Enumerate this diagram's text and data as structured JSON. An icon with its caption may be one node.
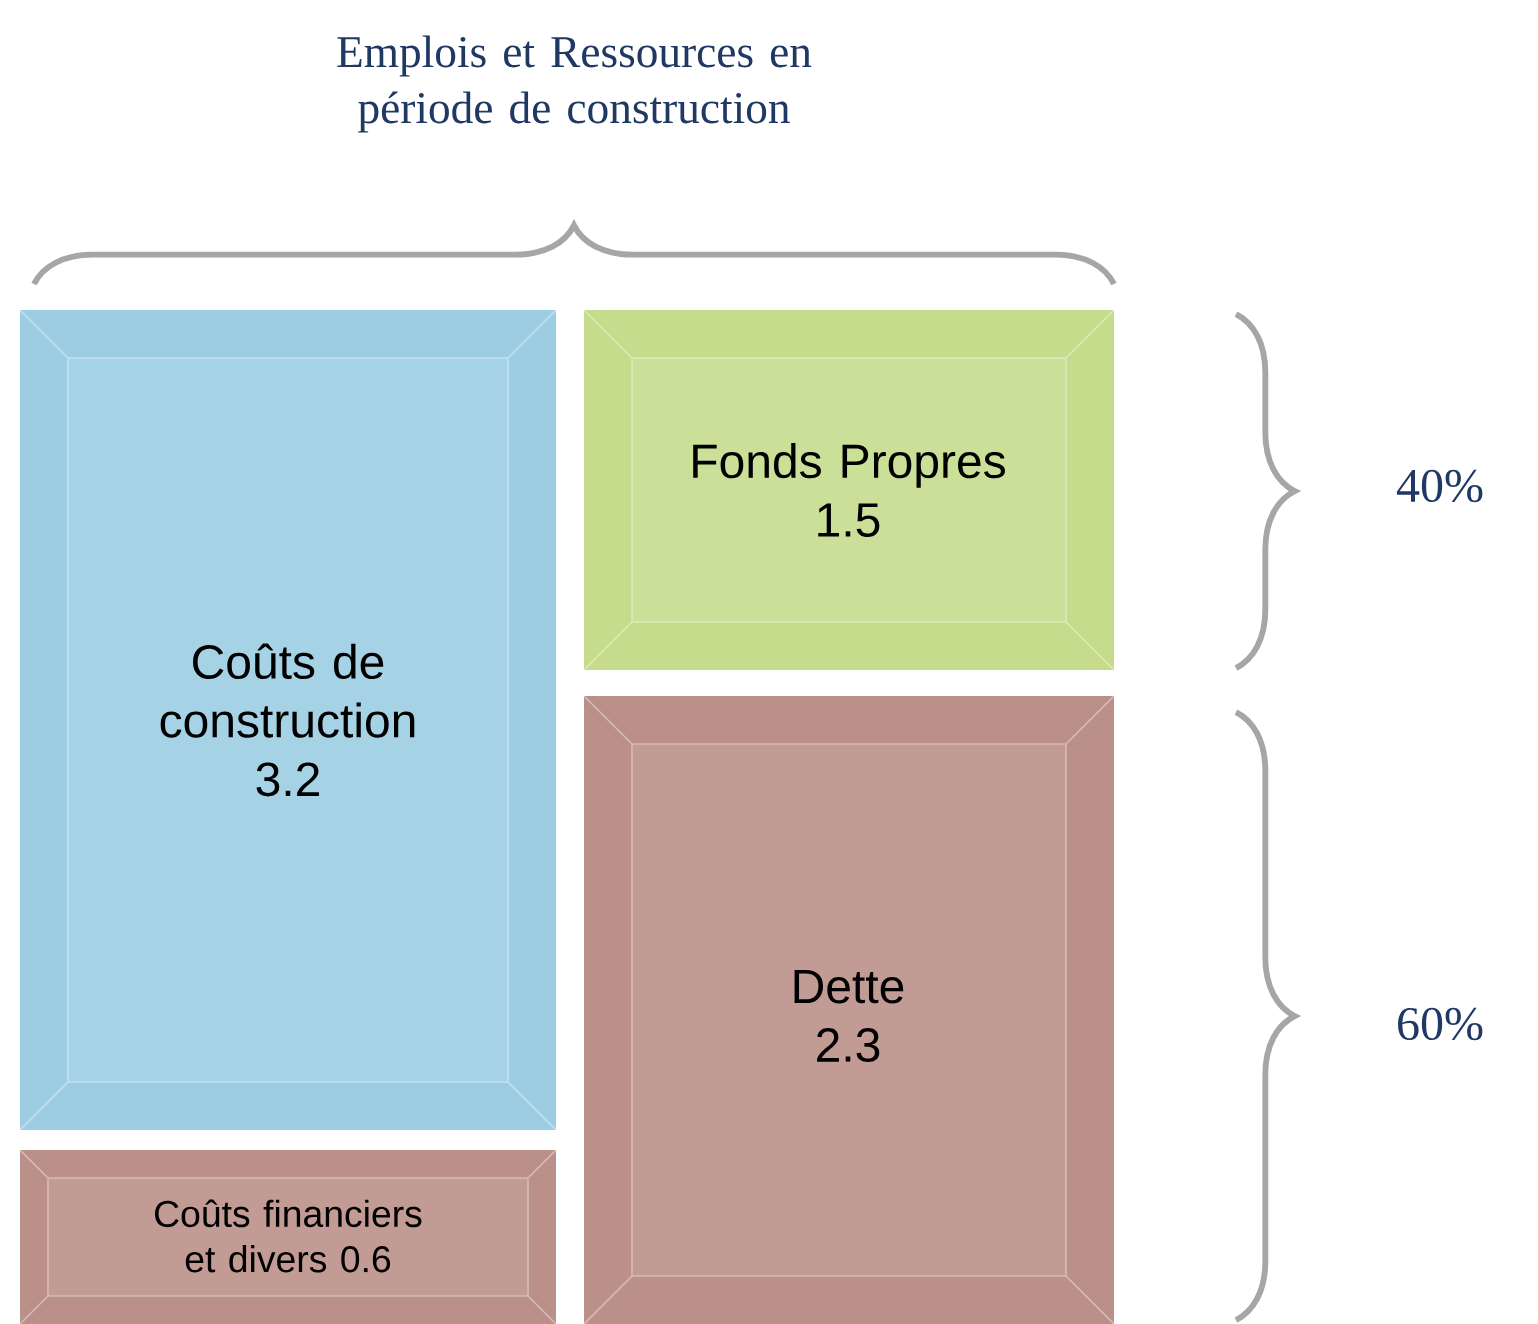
{
  "diagram": {
    "title": "Emplois et Ressources en période de construction",
    "nodes": [
      {
        "text": [
          "Coûts de construction",
          "3.2"
        ]
      },
      {
        "text": [
          "Fonds Propres",
          "1.5"
        ]
      },
      {
        "text": [
          "Dette",
          "2.3"
        ]
      },
      {
        "text": [
          "Coûts financiers et divers 0.6"
        ]
      }
    ],
    "labels": [
      "40%",
      "60%"
    ]
  }
}
